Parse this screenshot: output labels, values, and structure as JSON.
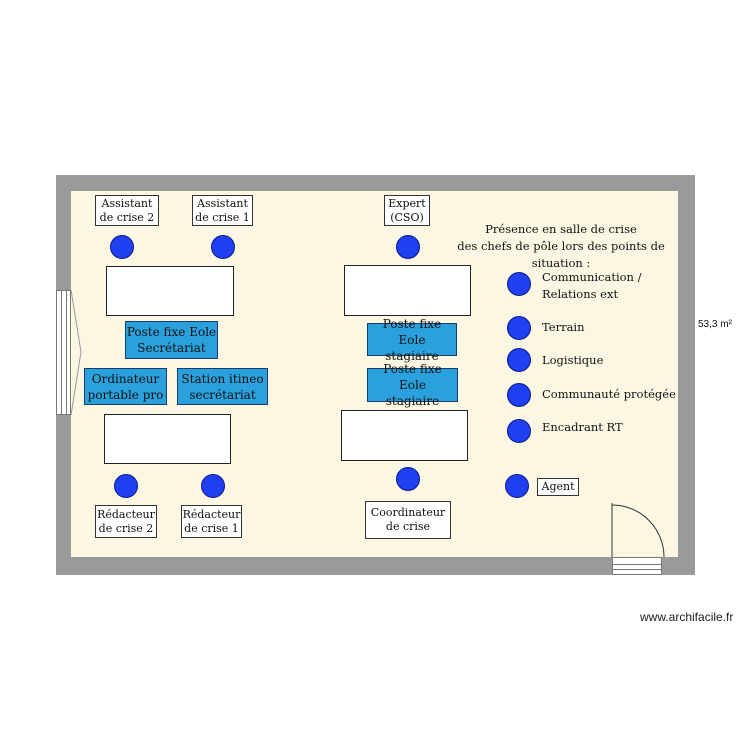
{
  "room": {
    "area": "53,3 m²",
    "presence_title": "Présence en salle de crise\ndes chefs de pôle lors des points de situation :"
  },
  "top_labels": [
    {
      "text": "Assistant\nde crise 2"
    },
    {
      "text": "Assistant\nde crise 1"
    },
    {
      "text": "Expert\n(CSO)"
    }
  ],
  "bottom_labels": [
    {
      "text": "Rédacteur\nde crise 2"
    },
    {
      "text": "Rédacteur\nde crise 1"
    },
    {
      "text": "Coordinateur\nde crise"
    }
  ],
  "postes": [
    {
      "text": "Poste fixe Eole\nSecrétariat"
    },
    {
      "text": "Poste fixe Eole\nstagiaire"
    },
    {
      "text": "Ordinateur\nportable pro"
    },
    {
      "text": "Station itineo\nsecrétariat"
    },
    {
      "text": "Poste fixe Eole\nstagiaire"
    }
  ],
  "legend": [
    {
      "text": "Communication /\nRelations ext"
    },
    {
      "text": "Terrain"
    },
    {
      "text": "Logistique"
    },
    {
      "text": "Communauté protégée"
    },
    {
      "text": "Encadrant RT"
    }
  ],
  "agent_label": "Agent",
  "watermark": "www.archifacile.fr",
  "colors": {
    "chair": "#1f3ff0",
    "poste": "#2aa1dc",
    "floor": "#fcf7e3",
    "wall": "#9a9a9a"
  }
}
